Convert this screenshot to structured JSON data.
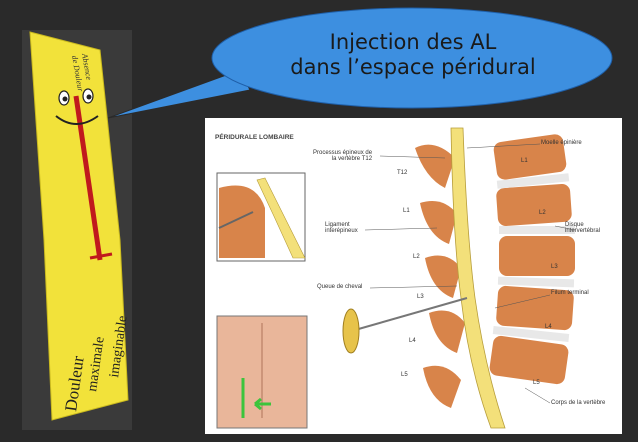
{
  "bubble": {
    "line1": "Injection des AL",
    "line2": "dans l’espace péridural"
  },
  "scale": {
    "top_text_1": "Absence",
    "top_text_2": "de Douleur",
    "bottom_text_1": "Douleur",
    "bottom_text_2": "maximale",
    "bottom_text_3": "imaginable"
  },
  "figure": {
    "title": "PÉRIDURALE LOMBAIRE",
    "labels": {
      "processus": "Processus épineux de",
      "processus2": "la vertèbre T12",
      "ligament": "Ligament",
      "ligament2": "interépineux",
      "queue": "Queue de cheval",
      "moelle": "Moelle épinière",
      "disque": "Disque",
      "disque2": "intervertébral",
      "filum": "Filum terminal",
      "corps": "Corps de la vertèbre"
    },
    "vertebrae": {
      "t12": "T12",
      "l1a": "L1",
      "l1b": "L1",
      "l2a": "L2",
      "l2b": "L2",
      "l3a": "L3",
      "l3b": "L3",
      "l4a": "L4",
      "l4b": "L4",
      "l5a": "L5",
      "l5b": "L5"
    }
  },
  "colors": {
    "background": "#2a2a2a",
    "bubble_fill": "#3d8fe0",
    "scale_yellow": "#f2e23a",
    "scale_red": "#c0191d",
    "bone": "#d8844a",
    "spinal_cord": "#f3e07a",
    "arrow_green": "#3cc43c"
  }
}
